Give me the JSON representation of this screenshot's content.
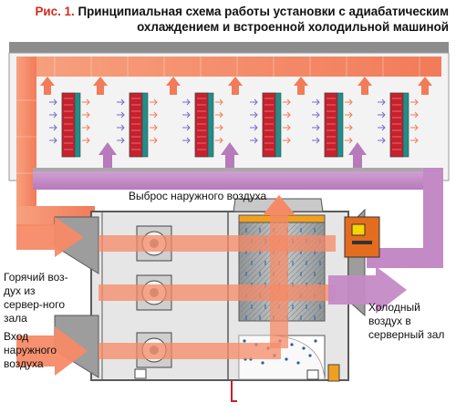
{
  "title": {
    "figure_label": "Рис. 1.",
    "line1": "Принципиальная схема работы установки с адиабатическим",
    "line2": "охлаждением и встроенной холодильной машиной"
  },
  "labels": {
    "exhaust": "Выброс наружного воздуха",
    "hot_air": "Горячий воз-дух из сервер-ного зала",
    "outside_inlet": "Вход наружного воздуха",
    "cold_air": "Холодный воздух в серверный зал"
  },
  "colors": {
    "hot_flow": "#f58a66",
    "cold_flow": "#c48ac6",
    "rack_red": "#c8202c",
    "rack_teal": "#1f8f8a",
    "cabinet": "#d7d7d7",
    "title_accent": "#d42b1f",
    "control_panel": "#e46c1f"
  },
  "racks": [
    {
      "name": "rack-1"
    },
    {
      "name": "rack-2"
    },
    {
      "name": "rack-3"
    },
    {
      "name": "rack-4"
    },
    {
      "name": "rack-5"
    },
    {
      "name": "rack-6"
    }
  ]
}
